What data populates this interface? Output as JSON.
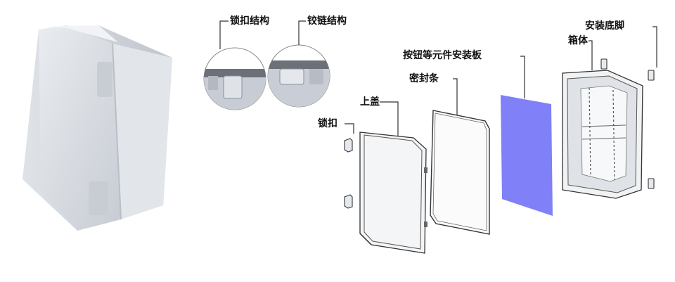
{
  "labels": {
    "lock_structure": "锁扣结构",
    "hinge_structure": "铰链结构",
    "mount_plate": "按钮等元件安装板",
    "mount_feet": "安装底脚",
    "box_body": "箱体",
    "seal_strip": "密封条",
    "top_cover": "上盖",
    "lock": "锁扣"
  },
  "colors": {
    "mount_plate": "#8080f8",
    "box_gray": "#d9dde3",
    "line": "#333333"
  }
}
